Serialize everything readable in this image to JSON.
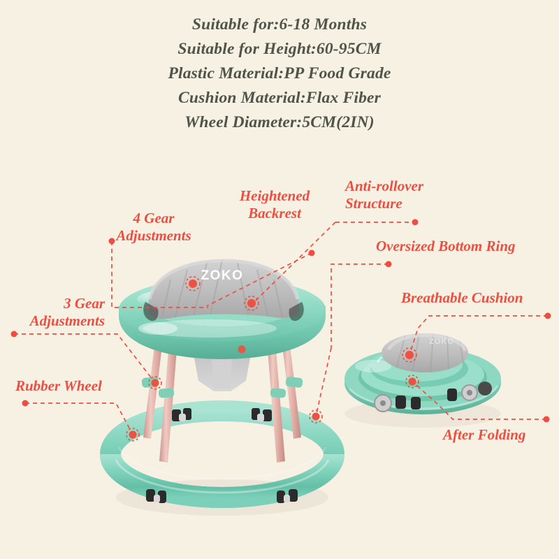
{
  "page": {
    "background_color": "#f7f1e4",
    "accent_color": "#ec4f41",
    "spec_text_color": "#4f5349",
    "product_color": "#8fd9c4",
    "leg_color": "#e3b5ae",
    "cushion_color": "#c9c9c9",
    "brand": "ZOKO"
  },
  "specs": {
    "lines": [
      "Suitable for:6-18 Months",
      "Suitable for Height:60-95CM",
      "Plastic Material:PP Food Grade",
      "Cushion Material:Flax Fiber",
      "Wheel Diameter:5CM(2IN)"
    ]
  },
  "annotations": [
    {
      "id": "gear4",
      "text_line1": "4 Gear",
      "text_line2": "Adjustments"
    },
    {
      "id": "backrest",
      "text_line1": "Heightened",
      "text_line2": "Backrest"
    },
    {
      "id": "antirollover",
      "text_line1": "Anti-rollover",
      "text_line2": "Structure"
    },
    {
      "id": "bottomring",
      "text_line1": "Oversized Bottom Ring",
      "text_line2": ""
    },
    {
      "id": "cushion",
      "text_line1": "Breathable Cushion",
      "text_line2": ""
    },
    {
      "id": "gear3",
      "text_line1": "3 Gear",
      "text_line2": "Adjustments"
    },
    {
      "id": "rubberwheel",
      "text_line1": "Rubber Wheel",
      "text_line2": ""
    },
    {
      "id": "afterfolding",
      "text_line1": "After Folding",
      "text_line2": ""
    }
  ],
  "products": {
    "main_walker": {
      "brand_label": "ZOKO"
    },
    "folded_walker": {
      "brand_label": "ZOKO"
    }
  }
}
